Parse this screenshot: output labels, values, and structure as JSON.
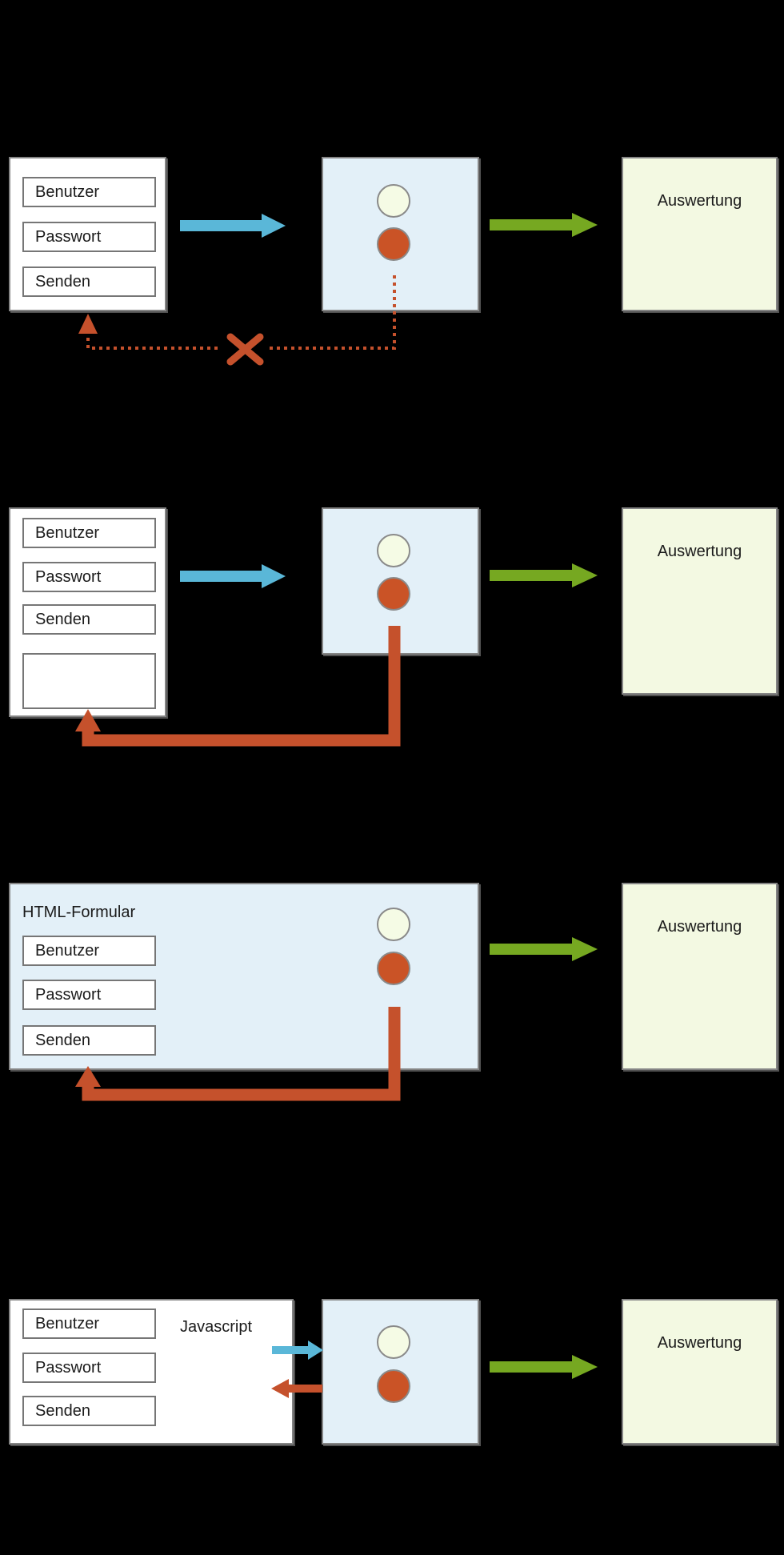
{
  "colors": {
    "background": "#000000",
    "text": "#1b1b1b",
    "box_border": "#848484",
    "form_box_fill": "#ffffff",
    "server_box_fill": "#e3f0f8",
    "result_box_fill": "#f3f9e2",
    "circle_ok_fill": "#f5fbe5",
    "circle_error_fill": "#ca5326",
    "arrow_request": "#5ab7d8",
    "arrow_result": "#76a821",
    "arrow_feedback": "#c5512c"
  },
  "sections": [
    {
      "form_fields": [
        "Benutzer",
        "Passwort",
        "Senden"
      ],
      "result_label": "Auswertung"
    },
    {
      "form_fields": [
        "Benutzer",
        "Passwort",
        "Senden"
      ],
      "empty_field": "",
      "result_label": "Auswertung"
    },
    {
      "container_label": "HTML-Formular",
      "form_fields": [
        "Benutzer",
        "Passwort",
        "Senden"
      ],
      "result_label": "Auswertung"
    },
    {
      "form_fields": [
        "Benutzer",
        "Passwort",
        "Senden"
      ],
      "script_label": "Javascript",
      "result_label": "Auswertung"
    }
  ]
}
